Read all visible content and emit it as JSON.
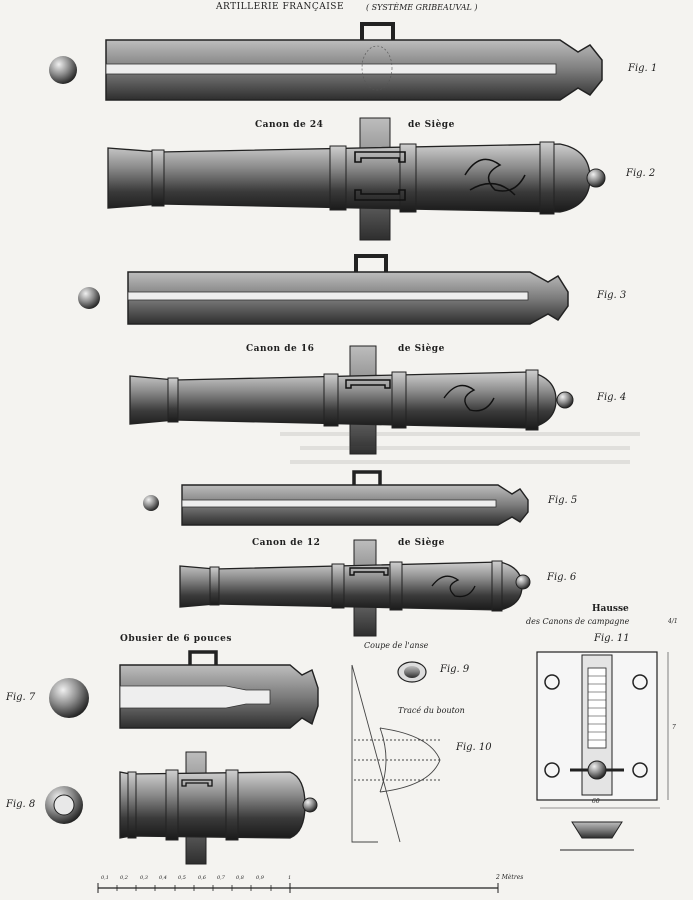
{
  "header": {
    "title": "ARTILLERIE FRANÇAISE",
    "subtitle": "( SYSTÈME GRIBEAUVAL )"
  },
  "captions": {
    "canon24": [
      "Canon de 24",
      "de Siège"
    ],
    "canon16": [
      "Canon de 16",
      "de Siège"
    ],
    "canon12": [
      "Canon de 12",
      "de Siège"
    ],
    "obusier": "Obusier de 6 pouces"
  },
  "figures": [
    "Fig. 1",
    "Fig. 2",
    "Fig. 3",
    "Fig. 4",
    "Fig. 5",
    "Fig. 6",
    "Fig. 7",
    "Fig. 8",
    "Fig. 9",
    "Fig. 10",
    "Fig. 11"
  ],
  "details": {
    "anse": "Coupe de l'anse",
    "bouton": "Tracé du bouton"
  },
  "hausse": {
    "title": "Hausse",
    "subtitle": "des Canons de campagne",
    "fraction": "4/1",
    "dim_right": "7",
    "dim_bottom": "60"
  },
  "scale": {
    "ticks": [
      "0,1",
      "0,2",
      "0,3",
      "0,4",
      "0,5",
      "0,6",
      "0,7",
      "0,8",
      "0,9",
      "1"
    ],
    "end_label": "2 Mètres"
  }
}
